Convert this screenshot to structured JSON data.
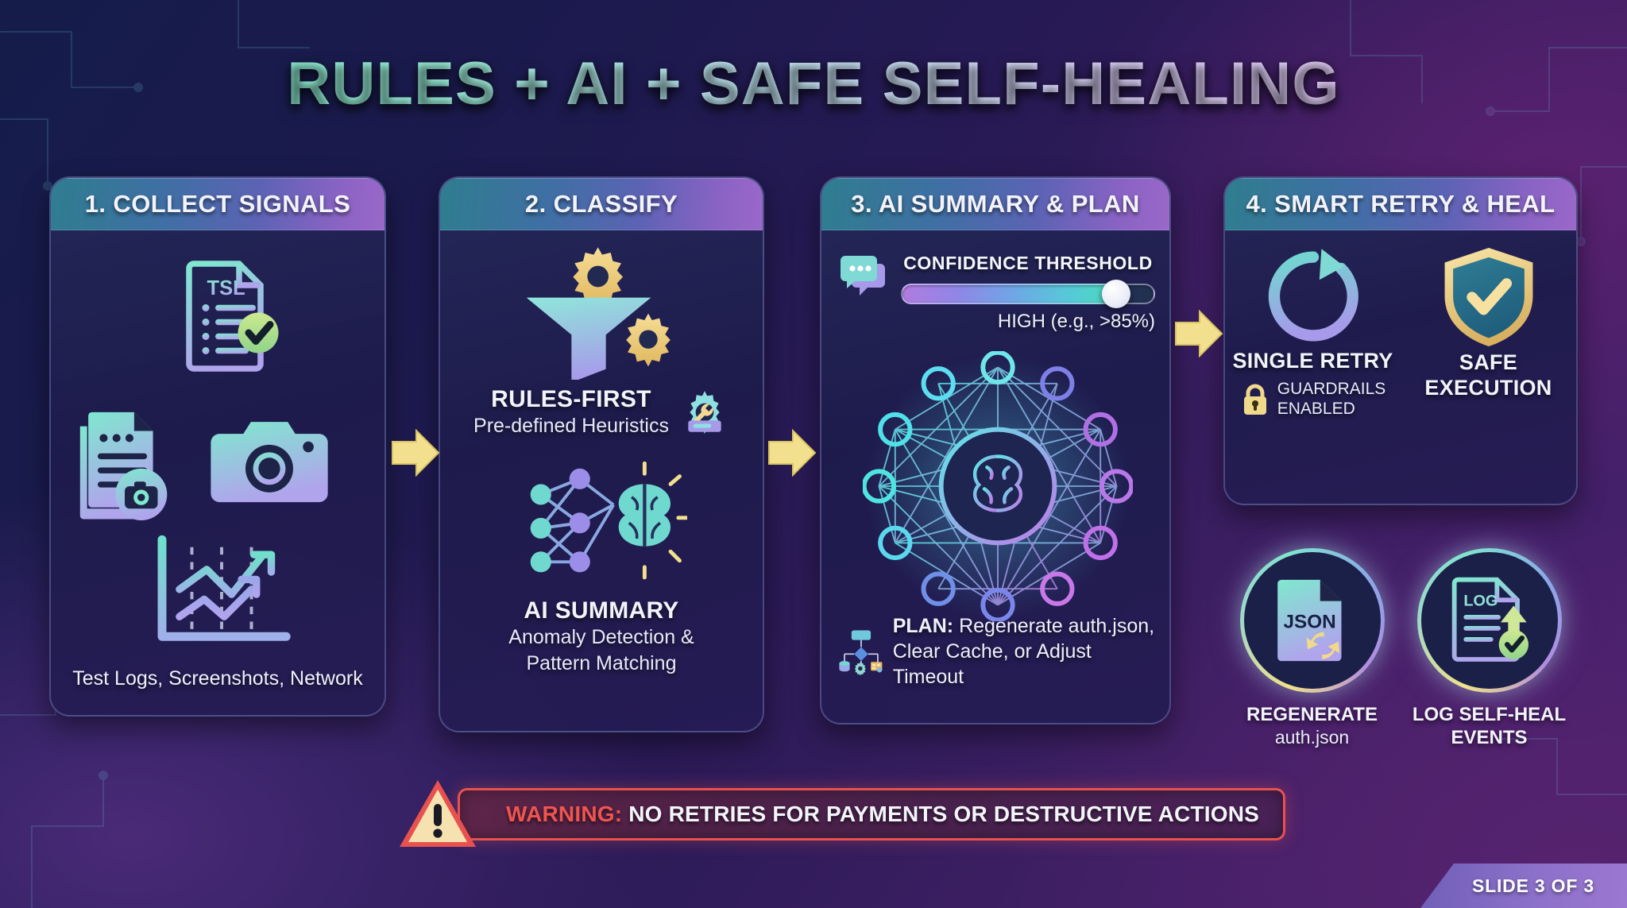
{
  "title": "RULES + AI + SAFE SELF-HEALING",
  "panels": [
    {
      "header": "1. COLLECT SIGNALS",
      "icons": [
        "tsl-document-check-icon",
        "document-screenshot-icon",
        "camera-icon",
        "line-chart-trend-icon"
      ],
      "caption": "Test Logs, Screenshots, Network"
    },
    {
      "header": "2. CLASSIFY",
      "rules_title": "RULES-FIRST",
      "rules_sub": "Pre-defined Heuristics",
      "ai_title": "AI SUMMARY",
      "ai_sub_line1": "Anomaly Detection &",
      "ai_sub_line2": "Pattern Matching",
      "icons": [
        "funnel-gear-icon",
        "gear-wrench-icon",
        "neural-brain-icon"
      ]
    },
    {
      "header": "3. AI SUMMARY & PLAN",
      "threshold_label": "CONFIDENCE THRESHOLD",
      "threshold_value": "HIGH (e.g., >85%)",
      "threshold_percent": 85,
      "plan_keyword": "PLAN:",
      "plan_text": " Regenerate auth.json, Clear Cache, or Adjust Timeout",
      "icons": [
        "chat-bubbles-icon",
        "neural-network-brain-icon",
        "flowchart-icon"
      ]
    },
    {
      "header": "4. SMART RETRY & HEAL",
      "retry_title": "SINGLE RETRY",
      "guardrails_line1": "GUARDRAILS",
      "guardrails_line2": "ENABLED",
      "safe_title_line1": "SAFE",
      "safe_title_line2": "EXECUTION",
      "icons": [
        "refresh-retry-icon",
        "shield-check-icon",
        "lock-icon"
      ]
    }
  ],
  "badges": [
    {
      "icon": "json-file-refresh-icon",
      "file_label": "JSON",
      "caption": "REGENERATE",
      "sub": "auth.json"
    },
    {
      "icon": "log-file-upload-check-icon",
      "file_label": "LOG",
      "caption_line1": "LOG SELF-HEAL",
      "caption_line2": "EVENTS"
    }
  ],
  "warning": {
    "keyword": "WARNING:",
    "text": " NO RETRIES FOR PAYMENTS OR DESTRUCTIVE ACTIONS"
  },
  "footer": {
    "slide_label": "SLIDE 3 OF 3"
  },
  "colors": {
    "accent_mint": "#7fe3cf",
    "accent_purple": "#b18ce0",
    "accent_gold": "#f0d98a",
    "warning_red": "#f0544f",
    "panel_header_start": "#2f7d8f",
    "panel_header_end": "#9a68c9"
  }
}
